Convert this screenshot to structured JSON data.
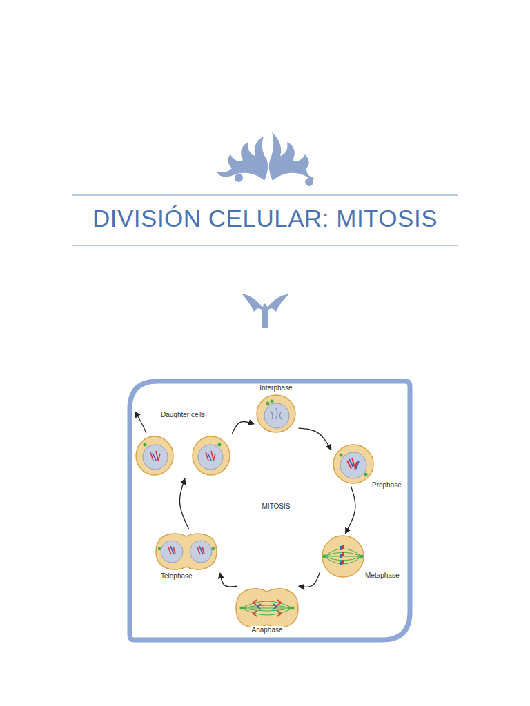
{
  "diagram": {
    "title": "DIVISIÓN CELULAR: MITOSIS",
    "nodes": [
      {
        "text": [
          "Interphase"
        ]
      },
      {
        "text": [
          "Prophase"
        ]
      },
      {
        "text": [
          "Metaphase"
        ]
      },
      {
        "text": [
          "Anaphase"
        ]
      },
      {
        "text": [
          "Telophase"
        ]
      },
      {
        "text": [
          "Daughter cells"
        ]
      }
    ],
    "edges": [
      {
        "from": 0,
        "to": 1,
        "arrow": "to"
      },
      {
        "from": 1,
        "to": 2,
        "arrow": "to"
      },
      {
        "from": 2,
        "to": 3,
        "arrow": "to"
      },
      {
        "from": 3,
        "to": 4,
        "arrow": "to"
      },
      {
        "from": 4,
        "to": 5,
        "arrow": "to"
      },
      {
        "from": 5,
        "to": 0,
        "arrow": "to"
      }
    ],
    "labels": [
      "MITOSIS"
    ]
  }
}
